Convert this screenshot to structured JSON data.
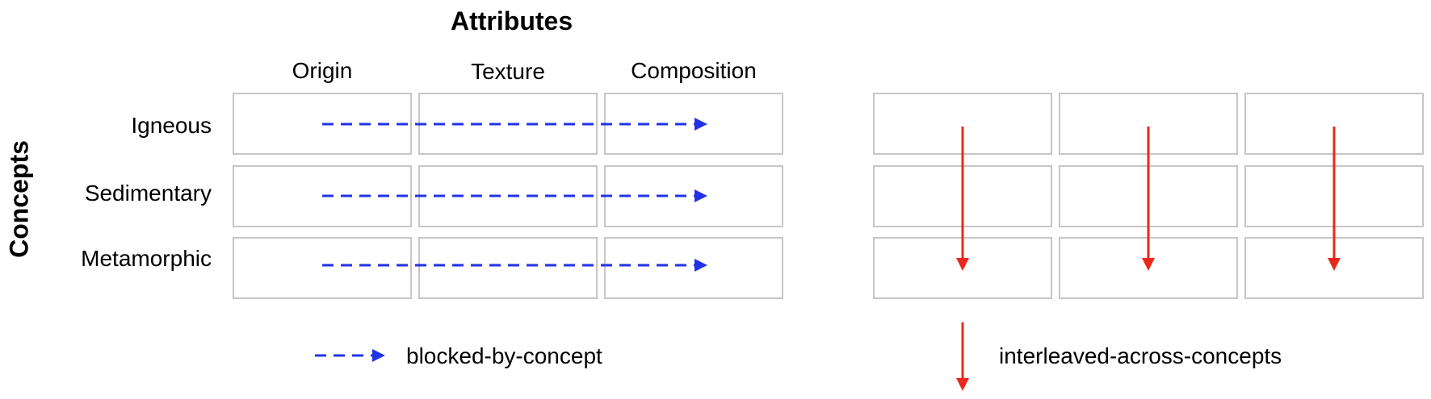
{
  "attributes_title": "Attributes",
  "concepts_title": "Concepts",
  "attributes": [
    "Origin",
    "Texture",
    "Composition"
  ],
  "concepts": [
    "Igneous",
    "Sedimentary",
    "Metamorphic"
  ],
  "legend": {
    "blocked": "blocked-by-concept",
    "interleaved": "interleaved-across-concepts"
  },
  "colors": {
    "blocked": "#2233e6",
    "interleaved": "#e8291c",
    "cell_border": "#c6c6c6"
  }
}
